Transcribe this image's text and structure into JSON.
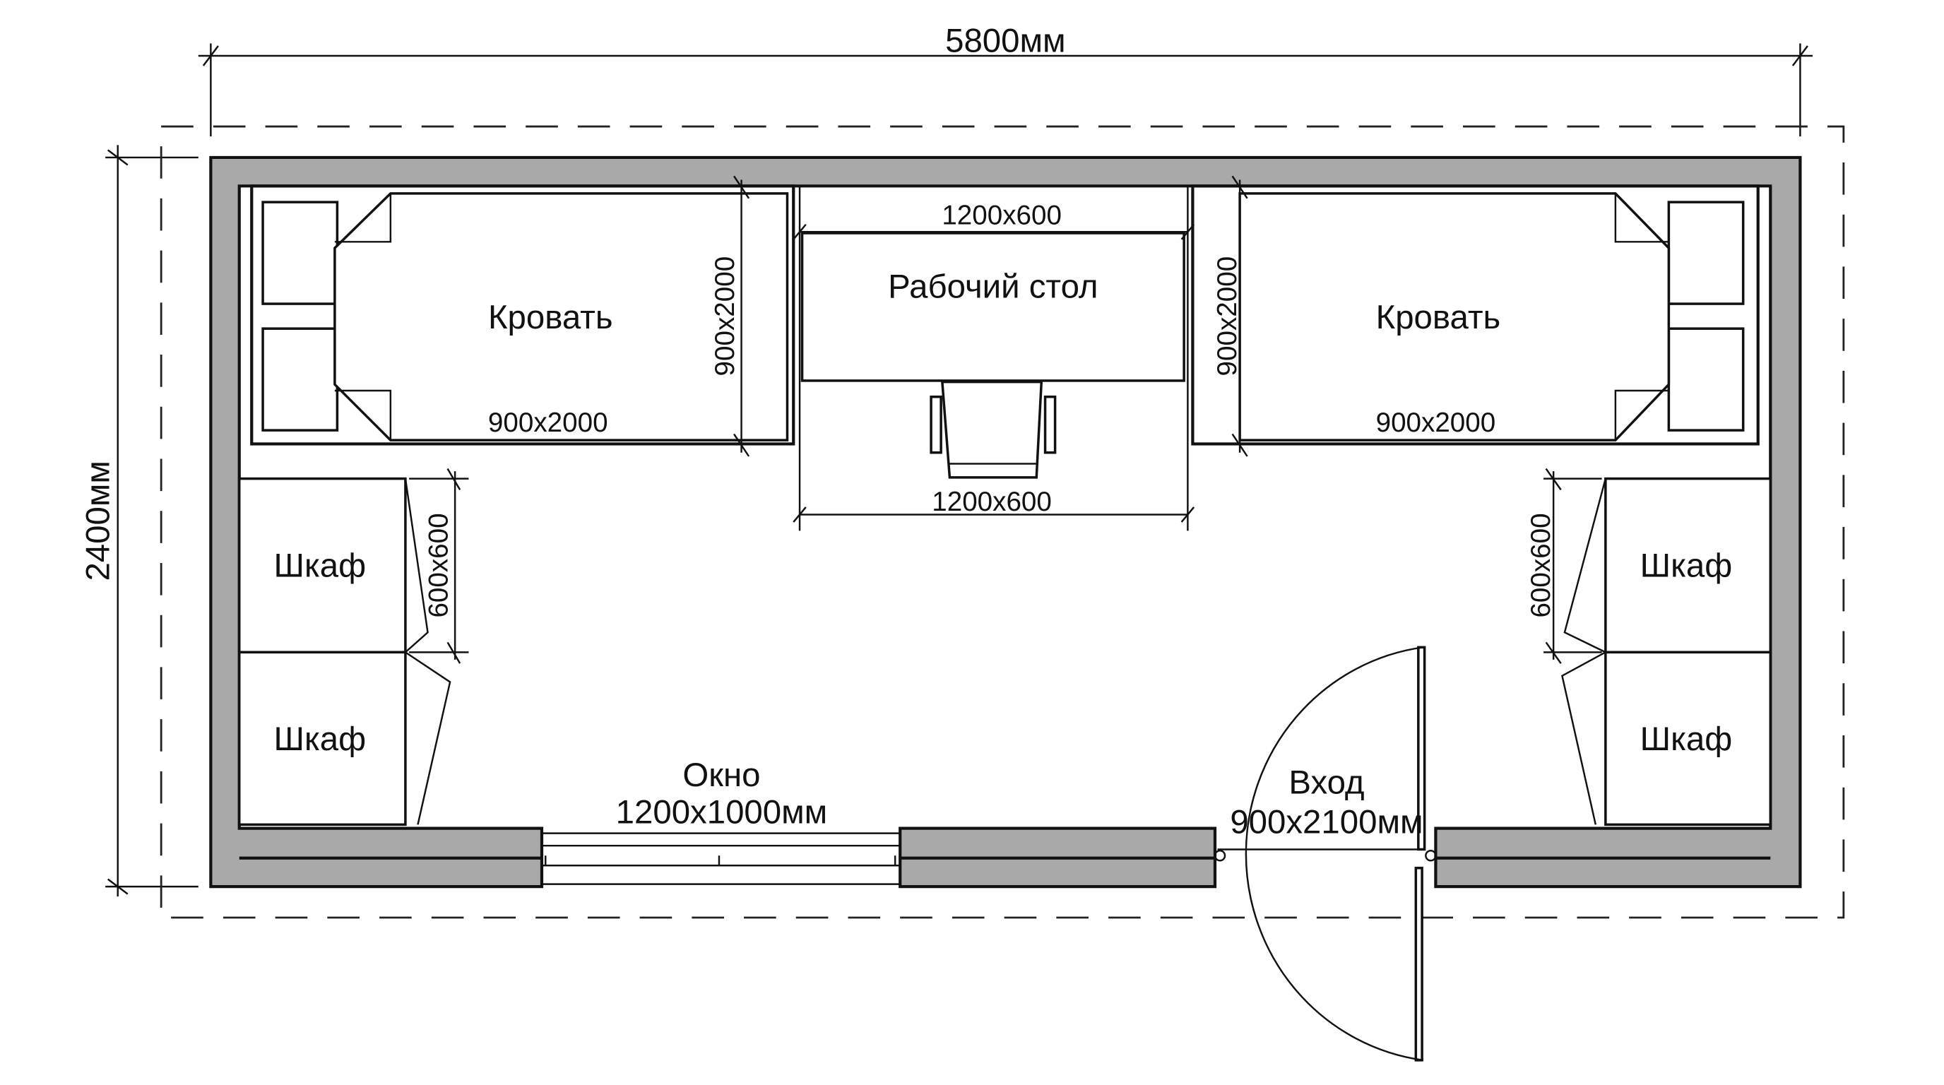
{
  "plan": {
    "overall_width": "5800мм",
    "overall_depth": "2400мм",
    "beds": [
      {
        "label": "Кровать",
        "size_horizontal": "900x2000",
        "size_vertical": "900x2000"
      },
      {
        "label": "Кровать",
        "size_horizontal": "900x2000",
        "size_vertical": "900x2000"
      }
    ],
    "desk": {
      "label": "Рабочий стол",
      "size_top": "1200x600",
      "size_bottom": "1200x600"
    },
    "wardrobes_left": {
      "labels": [
        "Шкаф",
        "Шкаф"
      ],
      "size": "600x600"
    },
    "wardrobes_right": {
      "labels": [
        "Шкаф",
        "Шкаф"
      ],
      "size": "600x600"
    },
    "window": {
      "label": "Окно",
      "size": "1200x1000мм"
    },
    "entrance": {
      "label": "Вход",
      "size": "900x2100мм"
    }
  }
}
